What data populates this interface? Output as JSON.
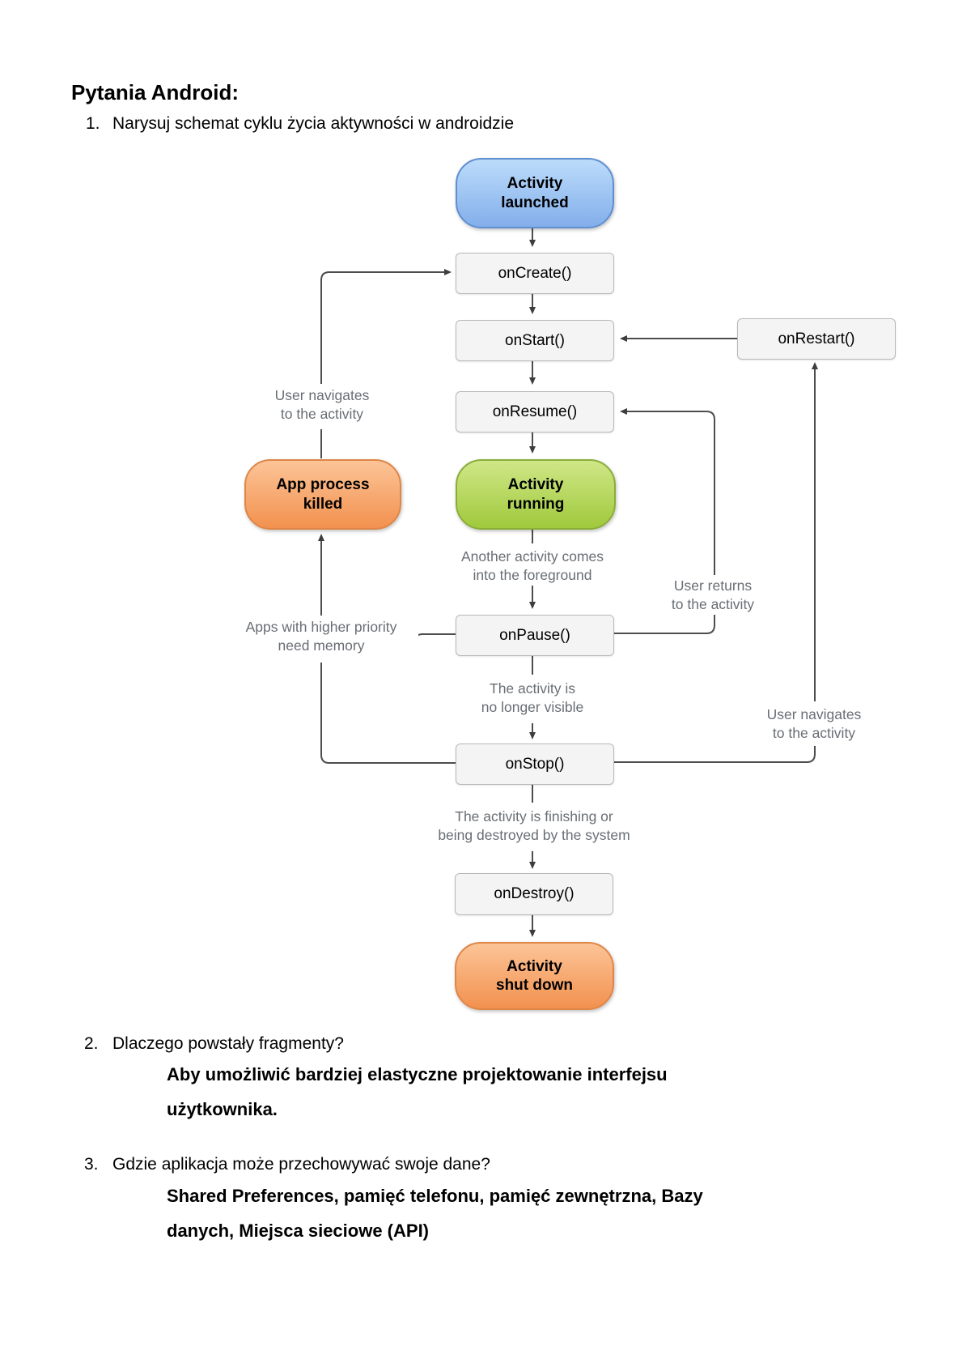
{
  "document": {
    "title": "Pytania Android:",
    "q1": {
      "number": "1.",
      "text": "Narysuj schemat cyklu życia aktywności w androidzie"
    },
    "q2": {
      "number": "2.",
      "text": "Dlaczego powstały fragmenty?",
      "answer_line1": "Aby umożliwić bardziej elastyczne projektowanie interfejsu",
      "answer_line2": "użytkownika."
    },
    "q3": {
      "number": "3.",
      "text": "Gdzie aplikacja może przechowywać swoje dane?",
      "answer_line1": "Shared Preferences, pamięć telefonu, pamięć zewnętrzna, Bazy",
      "answer_line2": "danych, Miejsca sieciowe (API)"
    }
  },
  "diagram": {
    "nodes": {
      "activity_launched": "Activity\nlaunched",
      "on_create": "onCreate()",
      "on_start": "onStart()",
      "on_restart": "onRestart()",
      "on_resume": "onResume()",
      "activity_running": "Activity\nrunning",
      "app_process_killed": "App process\nkilled",
      "on_pause": "onPause()",
      "on_stop": "onStop()",
      "on_destroy": "onDestroy()",
      "activity_shut_down": "Activity\nshut down"
    },
    "edge_labels": {
      "user_navigates_left": "User navigates\nto the activity",
      "another_activity": "Another activity comes\ninto the foreground",
      "user_returns": "User returns\nto the activity",
      "apps_higher_priority": "Apps with higher priority\nneed memory",
      "no_longer_visible": "The activity is\nno longer visible",
      "user_navigates_right": "User navigates\nto the activity",
      "finishing_destroyed": "The activity is finishing or\nbeing destroyed by the system"
    },
    "colors": {
      "launched_fill_top": "#bcdcfb",
      "launched_fill_bottom": "#83aeea",
      "launched_border": "#5f8fd0",
      "running_fill_top": "#cfe787",
      "running_fill_bottom": "#a0c93c",
      "running_border": "#8aad3a",
      "killed_fill_top": "#fcc497",
      "killed_fill_bottom": "#f2914f",
      "killed_border": "#de8647",
      "state_box_fill": "#f4f4f4",
      "state_box_border": "#b9b9b9",
      "connector": "#4d4d4d",
      "label_text": "#696e74"
    }
  }
}
